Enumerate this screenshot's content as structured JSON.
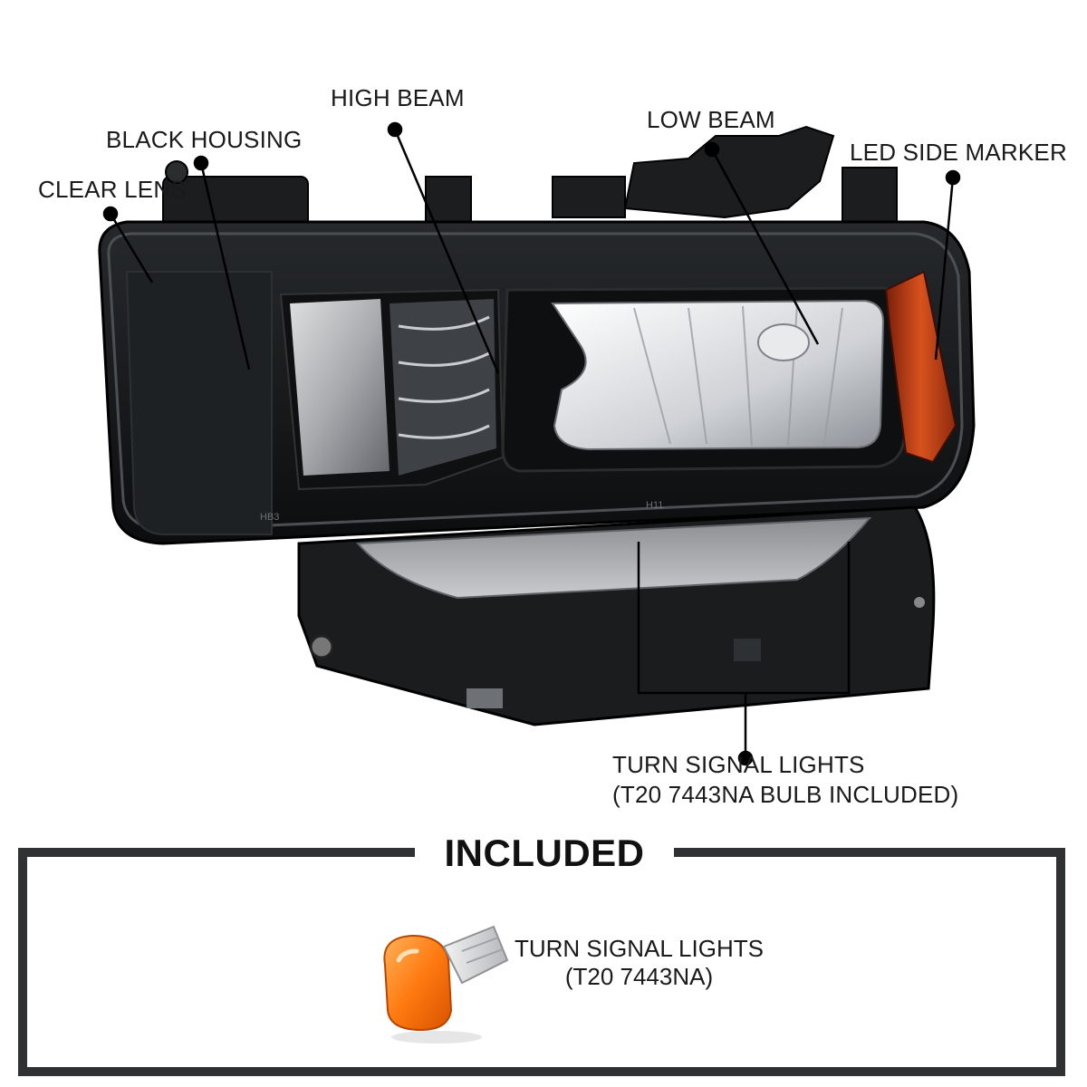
{
  "callouts": {
    "clear_lens": "CLEAR LENS",
    "black_housing": "BLACK HOUSING",
    "high_beam": "HIGH BEAM",
    "low_beam": "LOW BEAM",
    "led_side_marker": "LED SIDE MARKER",
    "turn_signal": "TURN SIGNAL LIGHTS\n(T20 7443NA BULB INCLUDED)"
  },
  "housing_text": {
    "hb3": "HB3",
    "h11": "H11"
  },
  "included": {
    "title": "INCLUDED",
    "bulb_label": "TURN SIGNAL LIGHTS\n(T20 7443NA)"
  },
  "colors": {
    "housing": "#141618",
    "amber": "#c5431a",
    "bulb_orange": "#ff7a10",
    "frame": "#2f3133"
  }
}
